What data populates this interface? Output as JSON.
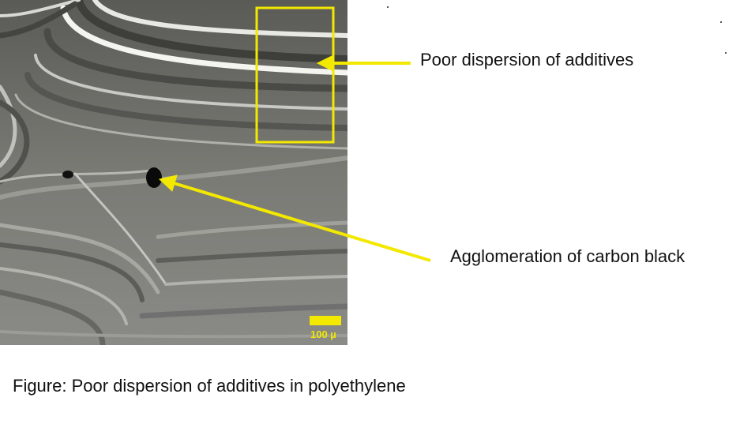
{
  "image": {
    "subject": "micrograph-polyethylene-flow-lines",
    "scale_bar_label": "100 µ"
  },
  "annotations": [
    {
      "label": "Poor dispersion of additives"
    },
    {
      "label": "Agglomeration of carbon black"
    }
  ],
  "caption": "Figure: Poor dispersion of additives in polyethylene",
  "colors": {
    "highlight": "#f2e800",
    "background": "#ffffff",
    "micrograph_base": "#6c6c68"
  }
}
